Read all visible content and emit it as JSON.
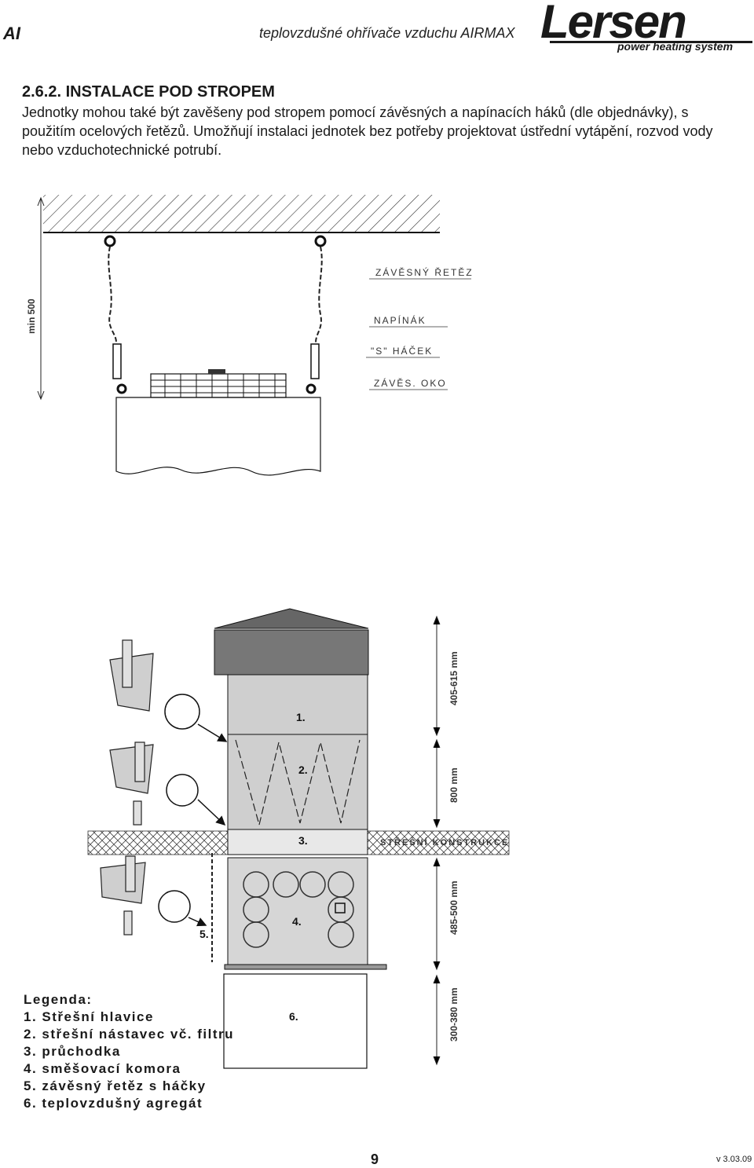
{
  "header": {
    "code": "AI",
    "title": "teplovzdušné ohřívače vzduchu AIRMAX",
    "logo_text": "Lersen",
    "logo_tagline": "power heating system"
  },
  "section": {
    "title": "2.6.2. INSTALACE POD STROPEM",
    "body": "Jednotky mohou také být  zavěšeny pod stropem pomocí  závěsných a napínacích háků (dle objednávky), s použitím ocelových řetězů. Umožňují instalaci  jednotek bez potřeby projektovat ústřední vytápění, rozvod vody nebo vzduchotechnické potrubí."
  },
  "figure1": {
    "dimension": "min 500",
    "labels": [
      "ZÁVĚSNÝ ŘETĚZ",
      "NAPÍNÁK",
      "\"S\" HÁČEK",
      "ZÁVĚS. OKO"
    ]
  },
  "figure2": {
    "numbers": [
      "1.",
      "2.",
      "3.",
      "4.",
      "5.",
      "6."
    ],
    "roof_label": "STŘEŠNÍ KONSTRUKCE",
    "dimensions": [
      "405-615 mm",
      "800 mm",
      "485-500 mm",
      "300-380 mm"
    ]
  },
  "legend": {
    "title": "Legenda:",
    "items": [
      "1. Střešní hlavice",
      "2. střešní nástavec vč. filtru",
      "3. průchodka",
      "4. směšovací komora",
      "5. závěsný řetěz s háčky",
      "6. teplovzdušný agregát"
    ]
  },
  "footer": {
    "page": "9",
    "version": "v 3.03.09"
  }
}
